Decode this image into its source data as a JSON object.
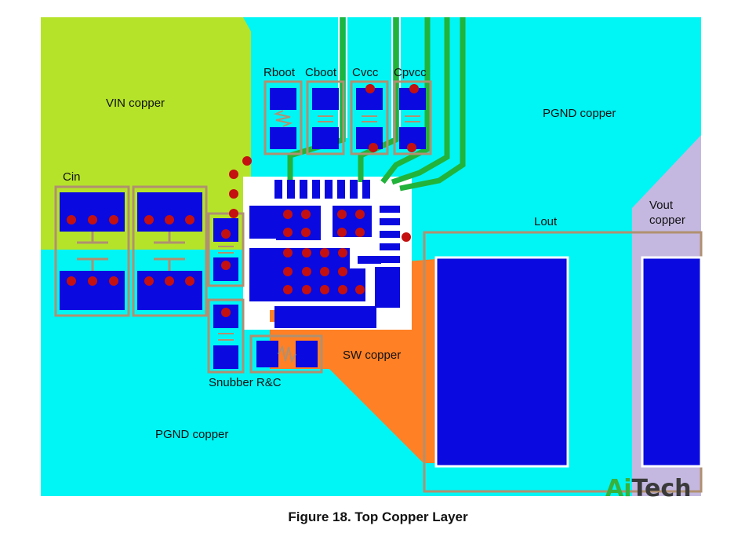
{
  "labels": {
    "vin": "VIN copper",
    "pgnd_top": "PGND copper",
    "pgnd_bottom": "PGND copper",
    "vout_line1": "Vout",
    "vout_line2": "copper",
    "sw": "SW copper",
    "lout": "Lout",
    "cin": "Cin",
    "snubber": "Snubber R&C",
    "rboot": "Rboot",
    "cboot": "Cboot",
    "cvcc": "Cvcc",
    "cpvcc": "Cpvcc"
  },
  "watermark": {
    "part1": "Ai",
    "part2": "Tech"
  },
  "caption": "Figure 18. Top Copper Layer",
  "colors": {
    "vin_copper": "#b5e32a",
    "pgnd_copper": "#00f5f5",
    "vout_copper": "#c4b8e0",
    "sw_copper": "#ff8025",
    "pad": "#0a0ae0",
    "via": "#c41010",
    "trace": "#22b33a",
    "outline": "#b09070"
  }
}
